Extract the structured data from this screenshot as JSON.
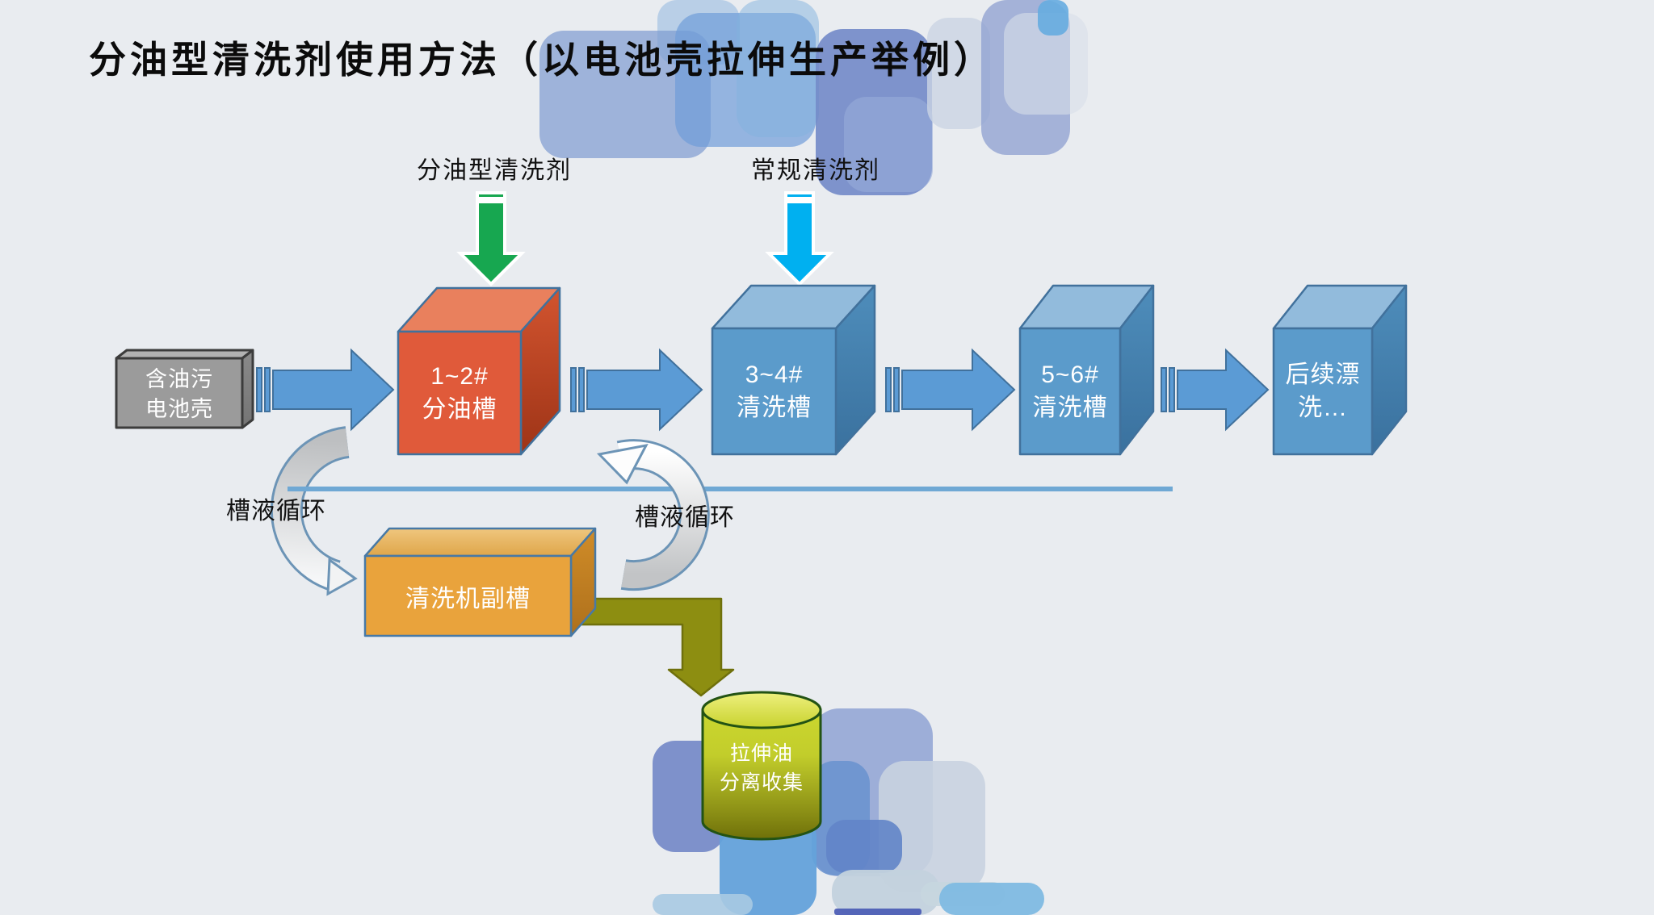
{
  "slide": {
    "title": "分油型清洗剂使用方法（以电池壳拉伸生产举例）"
  },
  "reagents": {
    "oil_separating": {
      "label": "分油型清洗剂"
    },
    "regular": {
      "label": "常规清洗剂"
    }
  },
  "nodes": {
    "battery_shell": {
      "lines": [
        "含油污",
        "电池壳"
      ]
    },
    "oil_tank": {
      "lines": [
        "1~2#",
        "分油槽"
      ]
    },
    "wash_tank_34": {
      "lines": [
        "3~4#",
        "清洗槽"
      ]
    },
    "wash_tank_56": {
      "lines": [
        "5~6#",
        "清洗槽"
      ]
    },
    "rinse": {
      "lines": [
        "后续漂",
        "洗…"
      ]
    },
    "aux_tank": {
      "label": "清洗机副槽"
    },
    "oil_collect": {
      "lines": [
        "拉伸油",
        "分离收集"
      ]
    }
  },
  "circulation": {
    "left": "槽液循环",
    "right": "槽液循环"
  },
  "colors": {
    "background": "#E9ECF0",
    "green_arrow": "#17A750",
    "cyan_arrow": "#00B0F0",
    "flow_arrow": "#5B9BD5",
    "flow_arrow_border": "#41719C",
    "orange_cube_front": "#E05A3A",
    "orange_cube_top": "#E9805D",
    "blue_cube_front": "#5B9BCB",
    "blue_cube_top": "#92BBDC",
    "gray_box_front": "#9B9B9B",
    "gray_box_top": "#B2B2B2",
    "aux_tank_front": "#E9A33C",
    "olive_arrow": "#8D8E11",
    "cylinder_body": "#C2CD2B",
    "connector_line": "#6FA8D4"
  }
}
